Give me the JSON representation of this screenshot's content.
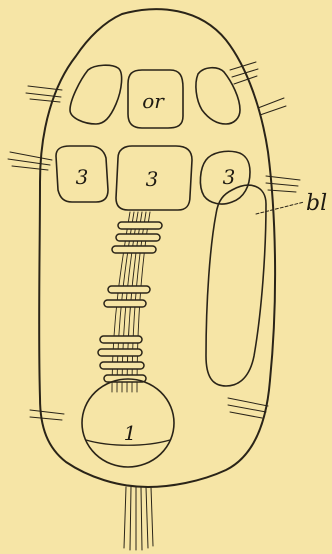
{
  "figure": {
    "background_color": "#f6e5a6",
    "ink_color": "#2a2418",
    "hatch_color": "#5a5040",
    "labels": {
      "or": "or",
      "segment_left": "3",
      "segment_middle": "3",
      "segment_right": "3",
      "bl": "bl",
      "base": "1"
    }
  }
}
